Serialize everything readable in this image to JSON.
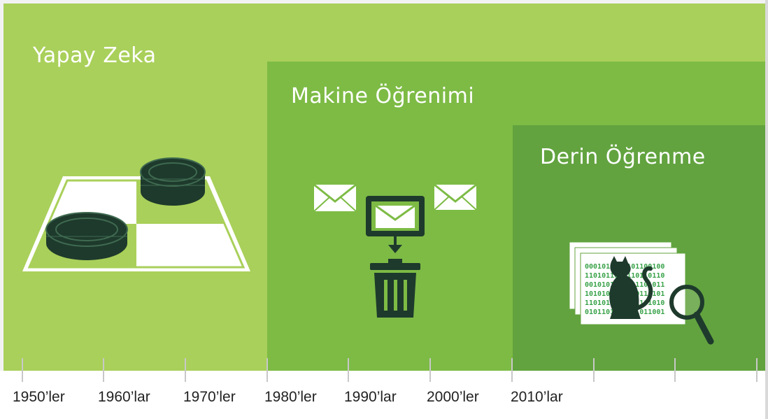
{
  "panels": {
    "ai": {
      "title": "Yapay Zeka",
      "color": "#a9d05a"
    },
    "ml": {
      "title": "Makine Öğrenimi",
      "color": "#7dbb45"
    },
    "dl": {
      "title": "Derin Öğrenme",
      "color": "#62a33f"
    }
  },
  "illustrations": {
    "ai": "checkers-board-icon",
    "ml": "spam-filter-icon",
    "dl": "cat-recognition-icon"
  },
  "binary_rows": [
    "0001010010101100100",
    "1101011010110110110",
    "0010101010101101011",
    "1010101011010110101",
    "1101010110101101010",
    "0101101010101011001"
  ],
  "timeline": {
    "labels": [
      "1950’ler",
      "1960’lar",
      "1970’ler",
      "1980’ler",
      "1990’lar",
      "2000’ler",
      "2010’lar"
    ]
  },
  "colors": {
    "ai_panel": "#a9d05a",
    "ml_panel": "#7dbb45",
    "dl_panel": "#62a33f",
    "icon_dark": "#1e3a2c",
    "binary_text": "#3aa34a"
  }
}
